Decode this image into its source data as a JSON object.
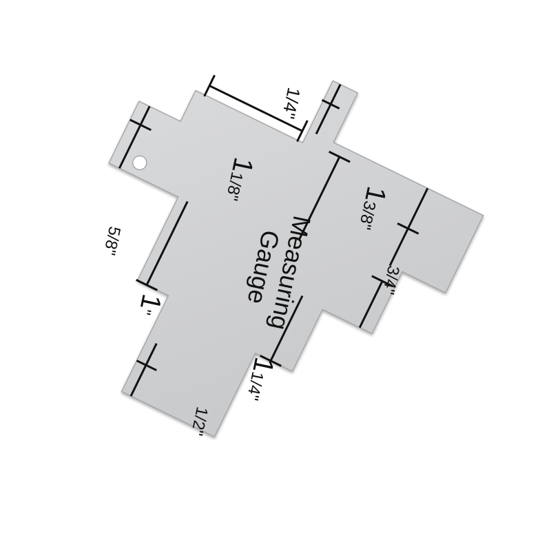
{
  "product": {
    "title_line1": "Measuring",
    "title_line2": "Gauge",
    "material_color": "#d4d5d6",
    "ink_color": "#111111",
    "has_hanging_hole": true
  },
  "markings": [
    {
      "id": "quarter",
      "whole": "",
      "fraction": "1/4",
      "unit": "\""
    },
    {
      "id": "one-eighth",
      "whole": "1",
      "fraction": "1/8",
      "unit": "\""
    },
    {
      "id": "one-three-eighths",
      "whole": "1",
      "fraction": "3/8",
      "unit": "\""
    },
    {
      "id": "three-quarter",
      "whole": "",
      "fraction": "3/4",
      "unit": "\""
    },
    {
      "id": "five-eighths",
      "whole": "",
      "fraction": "5/8",
      "unit": "\""
    },
    {
      "id": "one",
      "whole": "1",
      "fraction": "",
      "unit": "\""
    },
    {
      "id": "one-quarter",
      "whole": "1",
      "fraction": "1/4",
      "unit": "\""
    },
    {
      "id": "half",
      "whole": "",
      "fraction": "1/2",
      "unit": "\""
    }
  ]
}
